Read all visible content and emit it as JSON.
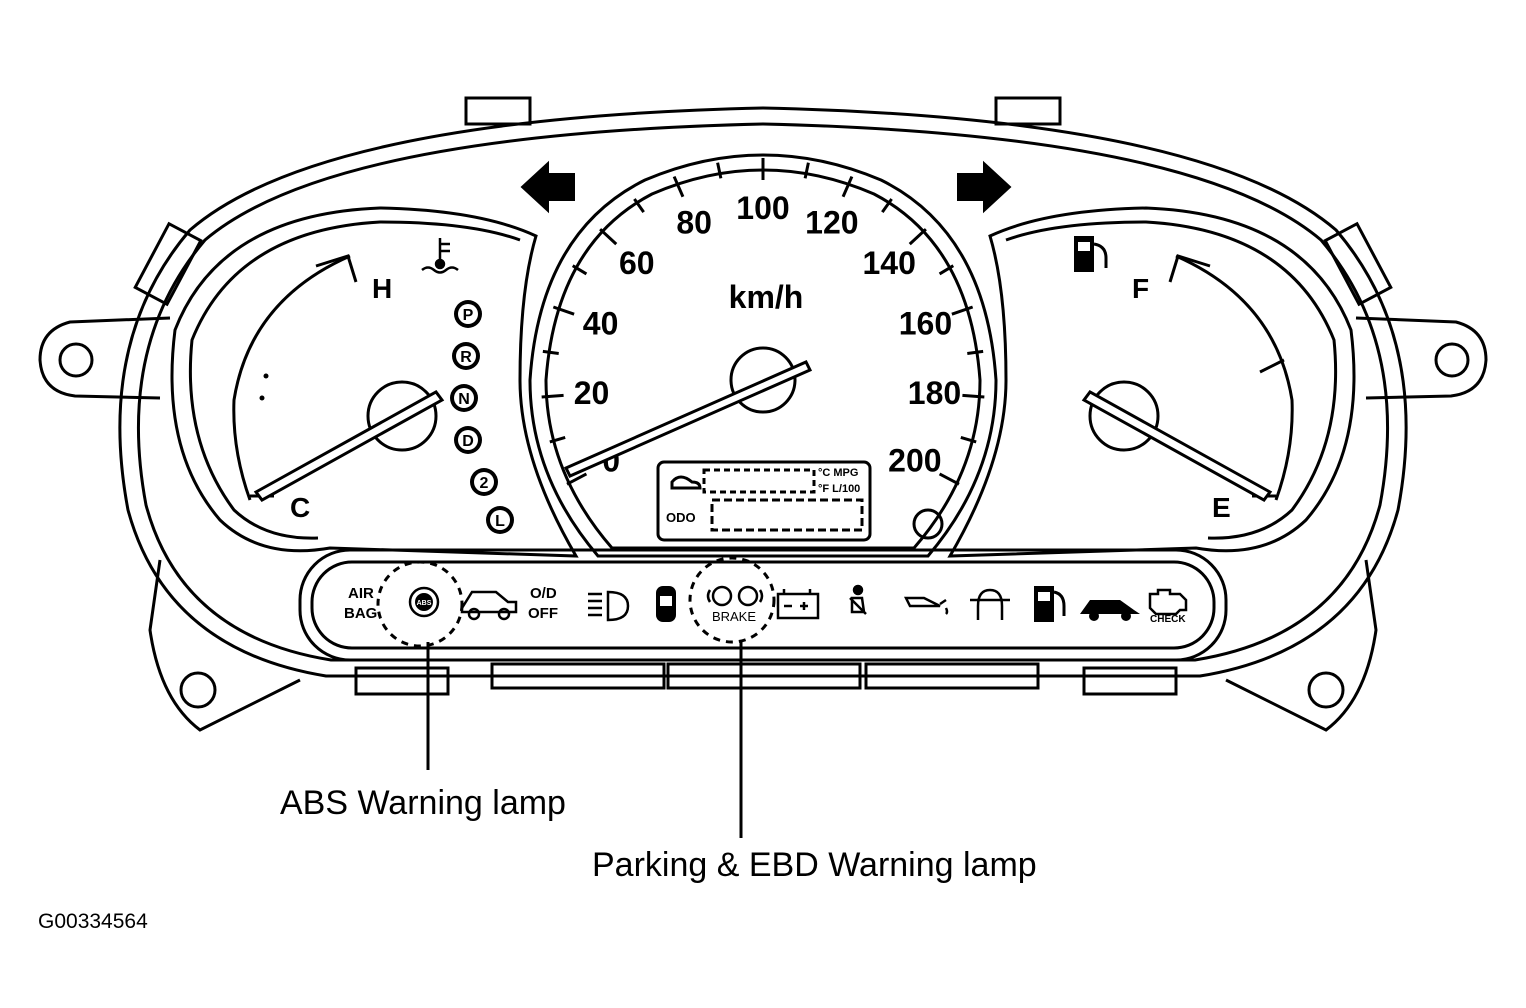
{
  "speedometer": {
    "unit": "km/h",
    "tick_labels": [
      "0",
      "20",
      "40",
      "60",
      "80",
      "100",
      "120",
      "140",
      "160",
      "180",
      "200"
    ]
  },
  "temp_gauge": {
    "hot_label": "H",
    "cold_label": "C",
    "icon": "coolant-temperature-icon"
  },
  "fuel_gauge": {
    "full_label": "F",
    "empty_label": "E",
    "icon": "fuel-pump-icon"
  },
  "gear_indicator": [
    "P",
    "R",
    "N",
    "D",
    "2",
    "L"
  ],
  "lcd": {
    "odo_label": "ODO",
    "unit_top": "°C MPG",
    "unit_bottom": "°F L/100"
  },
  "warning_lamps": {
    "airbag": [
      "AIR",
      "BAG"
    ],
    "abs": "ABS",
    "od_off": [
      "O/D",
      "OFF"
    ],
    "brake": "BRAKE",
    "check": "CHECK"
  },
  "callouts": {
    "abs": "ABS Warning lamp",
    "parking_ebd": "Parking & EBD Warning lamp"
  },
  "figure_id": "G00334564"
}
